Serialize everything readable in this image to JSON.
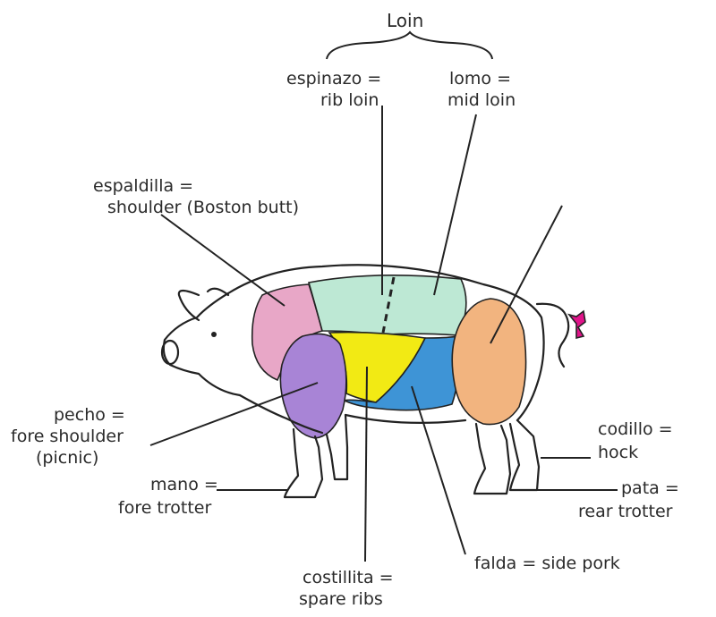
{
  "title": "Loin",
  "colors": {
    "shoulder": "#e8a7c7",
    "rib_loin_mid_loin": "#bde8d4",
    "fore_shoulder": "#a884d6",
    "spare_ribs": "#f2ea14",
    "side_pork": "#3e94d6",
    "rear": "#f2b47f",
    "bow": "#e0148a"
  },
  "labels": {
    "espinazo_l1": "espinazo =",
    "espinazo_l2": "rib loin",
    "lomo_l1": "lomo =",
    "lomo_l2": "mid loin",
    "espaldilla_l1": "espaldilla =",
    "espaldilla_l2": "shoulder (Boston butt)",
    "pecho_l1": "pecho =",
    "pecho_l2": "fore shoulder",
    "pecho_l3": "(picnic)",
    "mano_l1": "mano =",
    "mano_l2": "fore trotter",
    "codillo_l1": "codillo =",
    "codillo_l2": "hock",
    "pata_l1": "pata =",
    "pata_l2": "rear trotter",
    "costillita_l1": "costillita =",
    "costillita_l2": "spare ribs",
    "falda": "falda = side pork"
  }
}
